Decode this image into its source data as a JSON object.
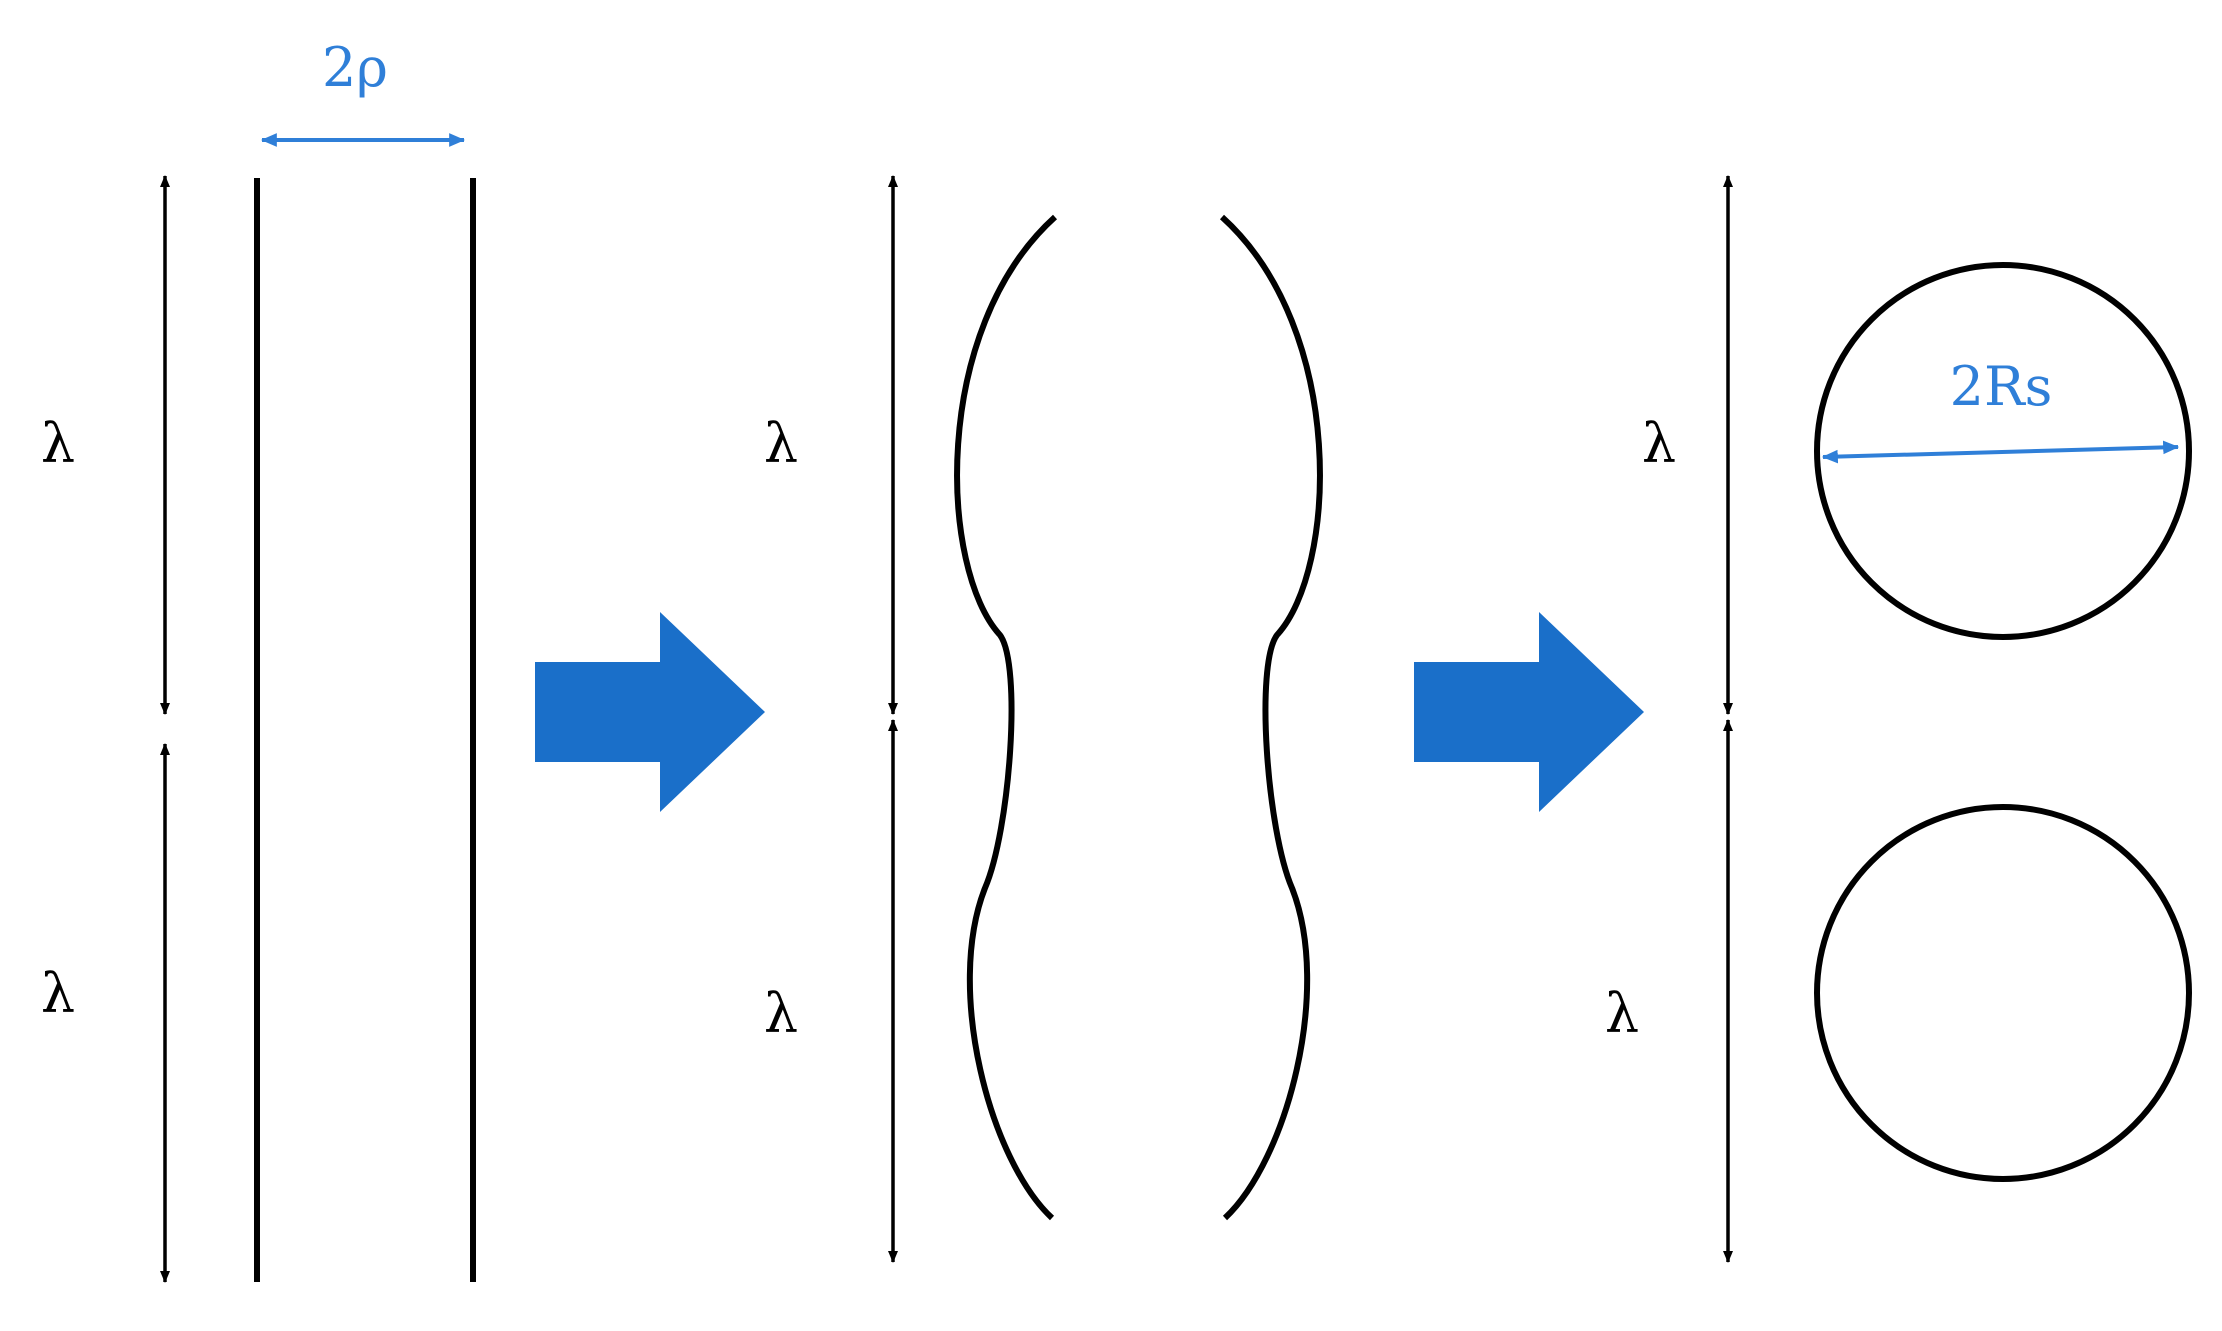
{
  "labels": {
    "diameter_top": "2ρ",
    "wavelength": "λ",
    "sphere_diameter": "2Rs"
  },
  "colors": {
    "arrow_fill": "#1a6fc9",
    "dimension_blue": "#2f7fd8",
    "stroke": "#000000"
  }
}
